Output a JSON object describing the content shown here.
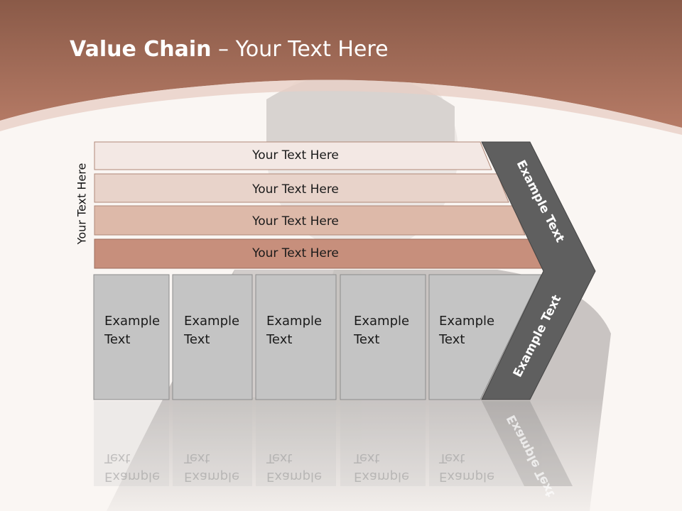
{
  "title": {
    "bold_part": "Value Chain",
    "rest_part": " – Your Text Here"
  },
  "side_label": "Your Text Here",
  "bands": [
    {
      "label": "Your Text Here",
      "color": "#f3e8e4"
    },
    {
      "label": "Your Text Here",
      "color": "#e8d3ca"
    },
    {
      "label": "Your Text Here",
      "color": "#ddb9a9"
    },
    {
      "label": "Your Text Here",
      "color": "#c78f7c"
    }
  ],
  "activities": [
    {
      "line1": "Example",
      "line2": "Text"
    },
    {
      "line1": "Example",
      "line2": "Text"
    },
    {
      "line1": "Example",
      "line2": "Text"
    },
    {
      "line1": "Example",
      "line2": "Text"
    },
    {
      "line1": "Example",
      "line2": "Text"
    }
  ],
  "chevron_upper_label": "Example Text",
  "chevron_lower_label": "Example Text",
  "colors": {
    "header": "#a9705c",
    "box_fill": "#c4c4c4",
    "chevron": "#5f5f5f"
  }
}
